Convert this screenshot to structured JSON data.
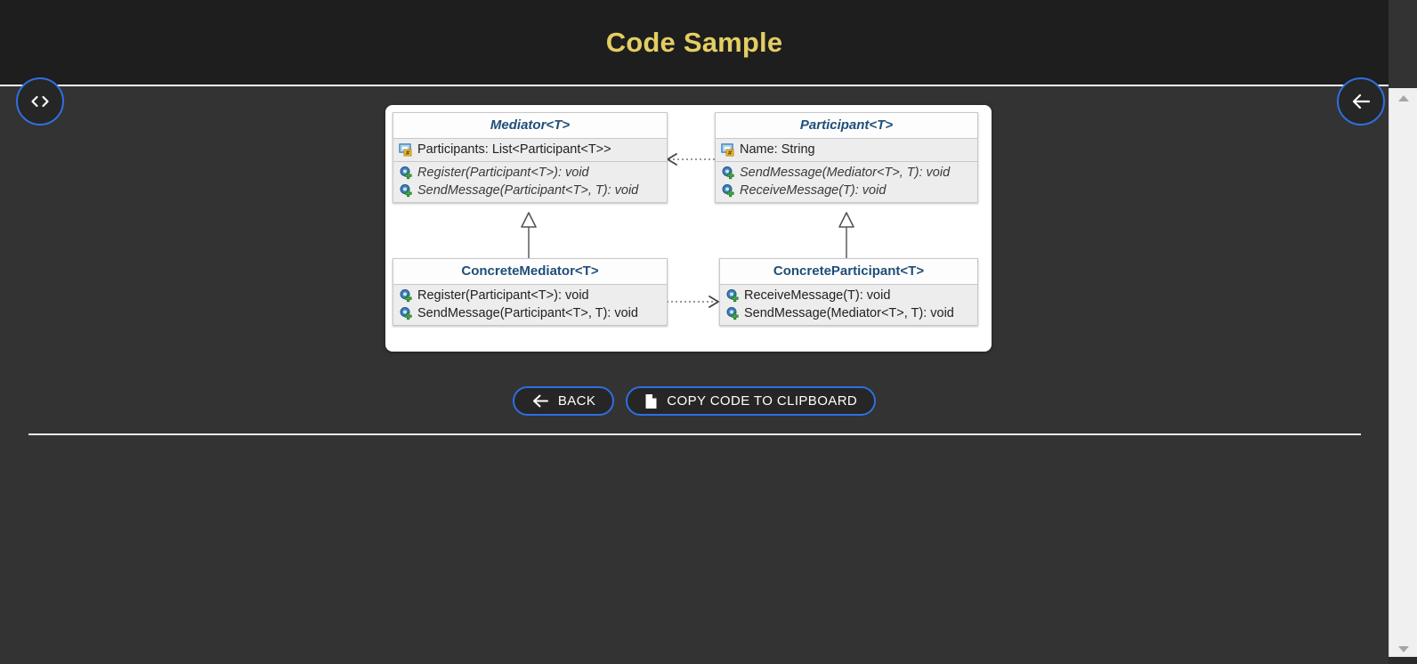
{
  "header": {
    "title": "Code Sample"
  },
  "fab": {
    "code_icon": "code-brackets-icon",
    "back_icon": "arrow-left-icon"
  },
  "buttons": {
    "back_label": "BACK",
    "back_icon": "arrow-left-icon",
    "copy_label": "COPY CODE TO CLIPBOARD",
    "copy_icon": "document-copy-icon"
  },
  "colors": {
    "header_bg": "#1e1e1e",
    "body_bg": "#333333",
    "title_gold": "#e3ce62",
    "accent_blue": "#2f6fe0",
    "class_title": "#1f4e79"
  },
  "diagram": {
    "type": "uml-class-diagram",
    "classes": [
      {
        "name": "Mediator<T>",
        "abstract": true,
        "fields": [
          {
            "icon": "field-icon",
            "text": "Participants: List<Participant<T>>"
          }
        ],
        "methods": [
          {
            "icon": "method-icon",
            "text": "Register(Participant<T>): void",
            "abstract": true
          },
          {
            "icon": "method-icon",
            "text": "SendMessage(Participant<T>, T): void",
            "abstract": true
          }
        ]
      },
      {
        "name": "Participant<T>",
        "abstract": true,
        "fields": [
          {
            "icon": "field-icon",
            "text": "Name: String"
          }
        ],
        "methods": [
          {
            "icon": "method-icon",
            "text": "SendMessage(Mediator<T>, T): void",
            "abstract": true
          },
          {
            "icon": "method-icon",
            "text": "ReceiveMessage(T): void",
            "abstract": true
          }
        ]
      },
      {
        "name": "ConcreteMediator<T>",
        "abstract": false,
        "fields": [],
        "methods": [
          {
            "icon": "method-icon",
            "text": "Register(Participant<T>): void",
            "abstract": false
          },
          {
            "icon": "method-icon",
            "text": "SendMessage(Participant<T>, T): void",
            "abstract": false
          }
        ]
      },
      {
        "name": "ConcreteParticipant<T>",
        "abstract": false,
        "fields": [],
        "methods": [
          {
            "icon": "method-icon",
            "text": "ReceiveMessage(T): void",
            "abstract": false
          },
          {
            "icon": "method-icon",
            "text": "SendMessage(Mediator<T>, T): void",
            "abstract": false
          }
        ]
      }
    ],
    "relations": [
      {
        "kind": "dependency",
        "from": "Participant<T>",
        "to": "Mediator<T>",
        "style": "dotted-open-arrow"
      },
      {
        "kind": "generalization",
        "from": "ConcreteMediator<T>",
        "to": "Mediator<T>",
        "style": "solid-hollow-triangle"
      },
      {
        "kind": "generalization",
        "from": "ConcreteParticipant<T>",
        "to": "Participant<T>",
        "style": "solid-hollow-triangle"
      },
      {
        "kind": "dependency",
        "from": "ConcreteMediator<T>",
        "to": "ConcreteParticipant<T>",
        "style": "dotted-open-arrow"
      }
    ]
  },
  "scrollbar": {
    "up_icon": "scroll-up-arrow-icon",
    "down_icon": "scroll-down-arrow-icon"
  }
}
